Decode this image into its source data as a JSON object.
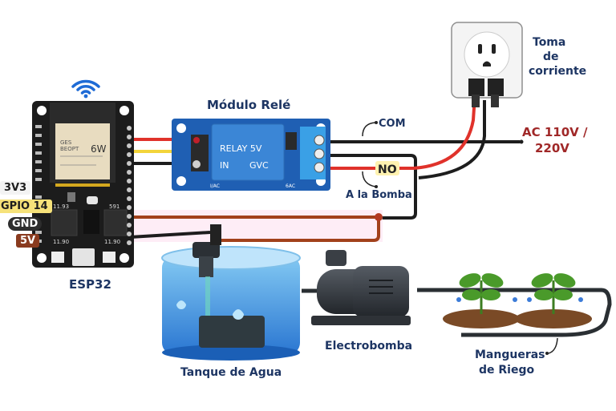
{
  "diagram": {
    "title_hint": "ESP32 irrigation system wiring",
    "components": {
      "esp32": {
        "label": "ESP32",
        "chip_text_1": "GES",
        "chip_text_2": "BEOPT",
        "chip_mark": "6W"
      },
      "relay": {
        "label": "Módulo Relé",
        "relay_text": "RELAY 5V",
        "pin_in": "IN",
        "pin_gnd": "GVC",
        "bottom_left": "I/AC",
        "bottom_right": "6AC"
      },
      "outlet": {
        "label_lines": [
          "Toma",
          "de",
          "corriente"
        ]
      },
      "power": {
        "label_lines": [
          "AC 110V /",
          "220V"
        ]
      },
      "tank": {
        "label": "Tanque de Agua"
      },
      "pump": {
        "label": "Electrobomba"
      },
      "hoses": {
        "label_lines": [
          "Mangueras",
          "de Riego"
        ]
      }
    },
    "pin_labels": {
      "v33": "3V3",
      "gpio": "GPIO 14",
      "gnd": "GND",
      "v5": "5V"
    },
    "terminal_labels": {
      "com": "COM",
      "no": "NO",
      "to_pump": "A la Bomba"
    },
    "board_text": {
      "reg1": "11.93",
      "reg2": "591",
      "reg3": "11.90",
      "reg4": "11.90"
    },
    "colors": {
      "label": "#1d3563",
      "ac_label": "#a02828",
      "board": "#1c1c1c",
      "relay_pcb": "#1f5fb3",
      "wire_red": "#e0322b",
      "wire_yellow": "#f3d43a",
      "wire_black": "#1d1d1d",
      "wire_brown": "#a2411b",
      "water": "#2e86de",
      "plant": "#4a9a2a",
      "soil": "#7a4a26"
    }
  }
}
